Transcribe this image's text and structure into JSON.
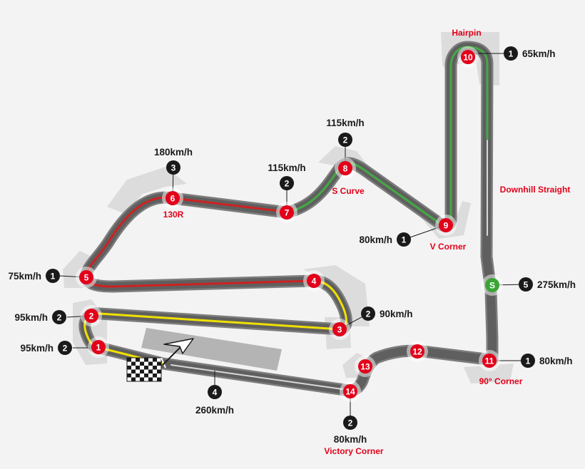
{
  "colors": {
    "background": "#f3f3f3",
    "runoff": "#dcdcdc",
    "track": "#5f5f5f",
    "track_edge": "#7d7d7d",
    "corner_marker": "#e2001a",
    "gear_marker": "#1a1a1a",
    "start_marker": "#3aa535",
    "label_red": "#e2001a",
    "zone_red": "#cc2222",
    "zone_yellow": "#f0e000",
    "zone_green": "#45a845"
  },
  "icons": {
    "start_finish": "checkered-flag-icon",
    "direction": "direction-arrow-icon"
  },
  "start_marker": {
    "label": "S"
  },
  "corners": [
    {
      "number": "1"
    },
    {
      "number": "2"
    },
    {
      "number": "3"
    },
    {
      "number": "4"
    },
    {
      "number": "5"
    },
    {
      "number": "6",
      "name": "130R"
    },
    {
      "number": "7"
    },
    {
      "number": "8",
      "name": "S Curve"
    },
    {
      "number": "9",
      "name": "V Corner"
    },
    {
      "number": "10",
      "name": "Hairpin"
    },
    {
      "number": "11",
      "name": "90° Corner"
    },
    {
      "number": "12"
    },
    {
      "number": "13"
    },
    {
      "number": "14",
      "name": "Victory Corner"
    }
  ],
  "speed_callouts": [
    {
      "gear": "2",
      "speed": "95km/h"
    },
    {
      "gear": "2",
      "speed": "95km/h"
    },
    {
      "gear": "2",
      "speed": "90km/h"
    },
    {
      "gear": "1",
      "speed": "75km/h"
    },
    {
      "gear": "3",
      "speed": "180km/h"
    },
    {
      "gear": "2",
      "speed": "115km/h"
    },
    {
      "gear": "2",
      "speed": "115km/h"
    },
    {
      "gear": "1",
      "speed": "80km/h"
    },
    {
      "gear": "1",
      "speed": "65km/h"
    },
    {
      "gear": "5",
      "speed": "275km/h"
    },
    {
      "gear": "1",
      "speed": "80km/h"
    },
    {
      "gear": "2",
      "speed": "80km/h"
    },
    {
      "gear": "4",
      "speed": "260km/h"
    }
  ],
  "section_labels": {
    "downhill_straight": "Downhill Straight"
  }
}
